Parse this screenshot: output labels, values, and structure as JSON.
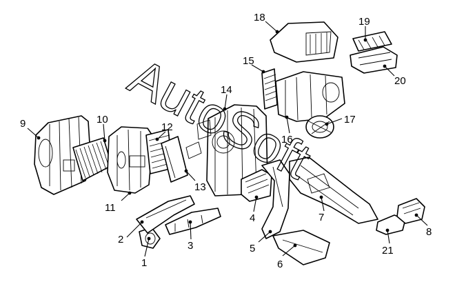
{
  "watermark": "AutoSoft",
  "callouts": [
    "1",
    "2",
    "3",
    "4",
    "5",
    "6",
    "7",
    "8",
    "9",
    "10",
    "11",
    "12",
    "13",
    "14",
    "15",
    "16",
    "17",
    "18",
    "19",
    "20",
    "21"
  ]
}
